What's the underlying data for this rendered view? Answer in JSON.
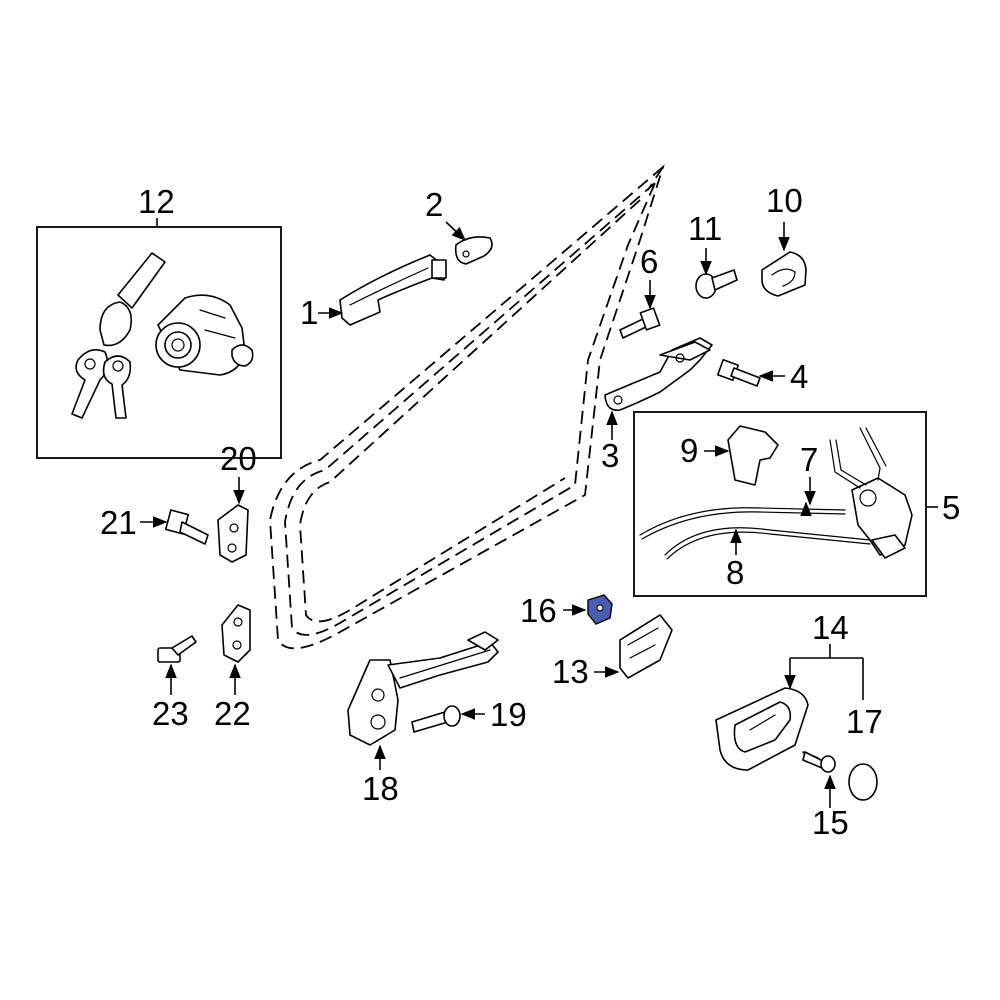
{
  "callouts": {
    "c1": "1",
    "c2": "2",
    "c3": "3",
    "c4": "4",
    "c5": "5",
    "c6": "6",
    "c7": "7",
    "c8": "8",
    "c9": "9",
    "c10": "10",
    "c11": "11",
    "c12": "12",
    "c13": "13",
    "c14": "14",
    "c15": "15",
    "c16": "16",
    "c17": "17",
    "c18": "18",
    "c19": "19",
    "c20": "20",
    "c21": "21",
    "c22": "22",
    "c23": "23"
  },
  "colors": {
    "highlight": "#4a5fb4",
    "line": "#000000",
    "background": "#ffffff"
  },
  "highlighted_part": "16"
}
